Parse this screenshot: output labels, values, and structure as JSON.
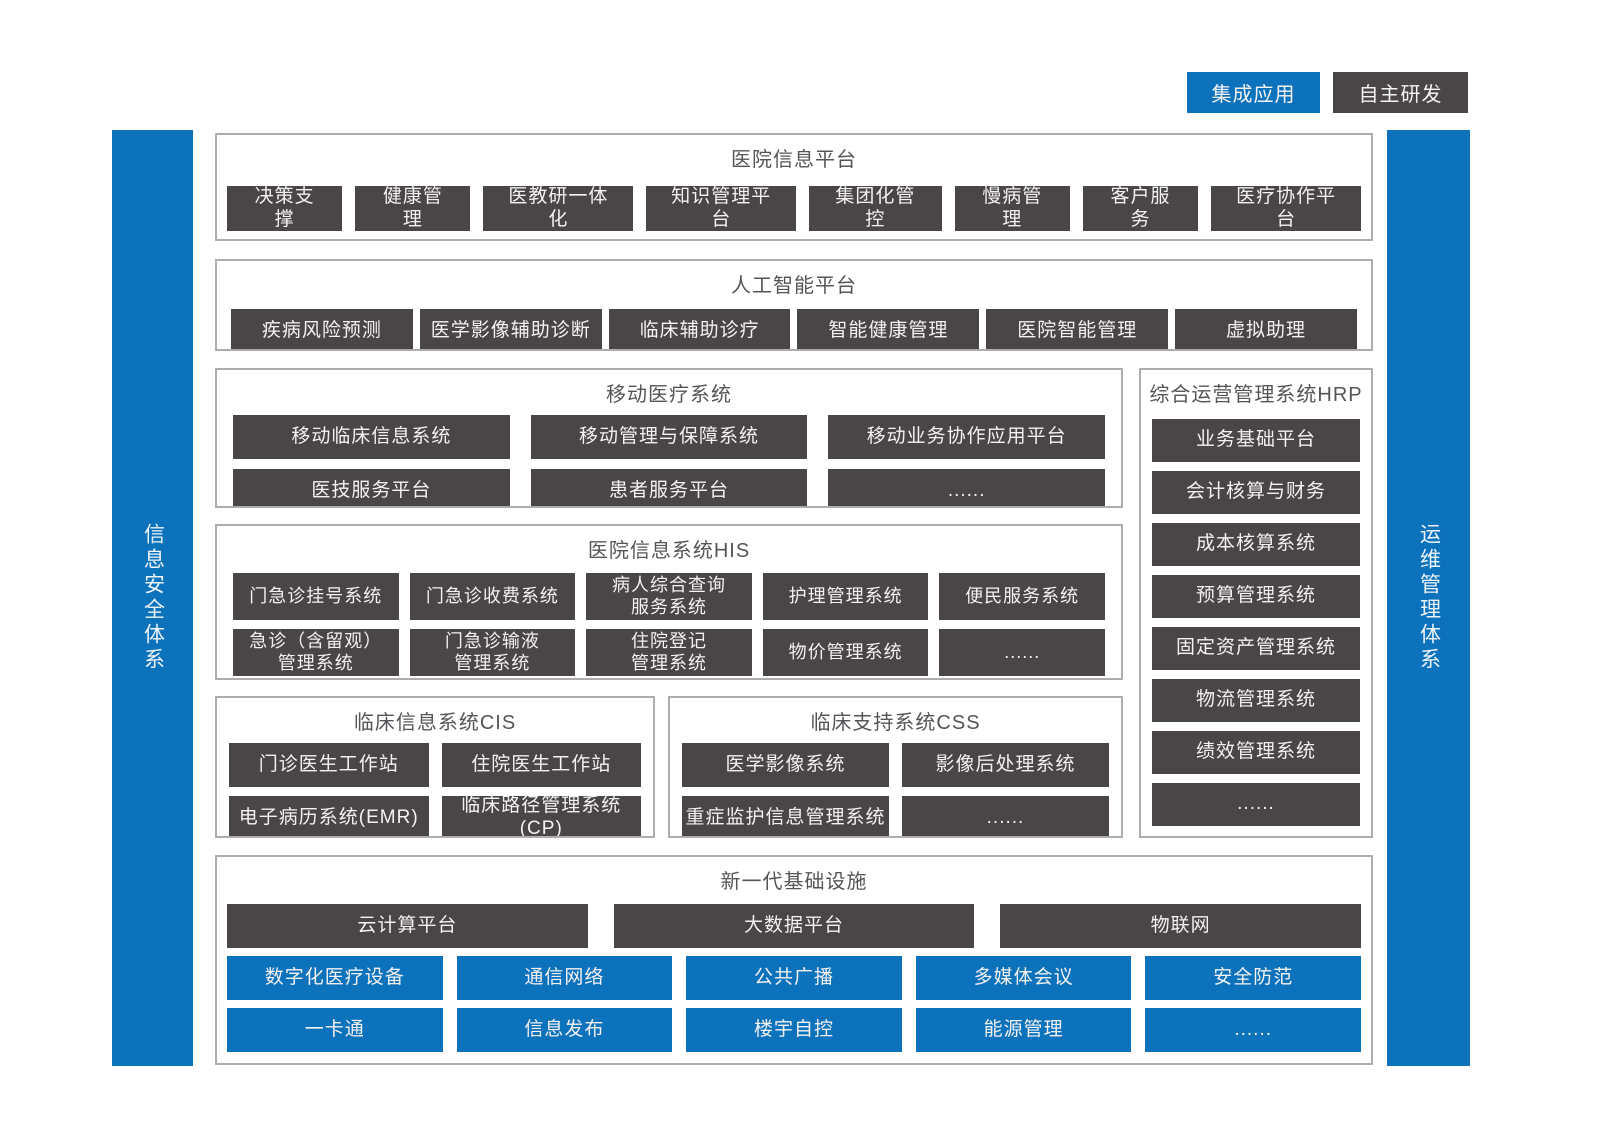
{
  "legend": {
    "integrated": "集成应用",
    "self_developed": "自主研发"
  },
  "sidebars": {
    "left": "信息安全体系",
    "right": "运维管理体系"
  },
  "colors": {
    "integrated_blue": "#0d72bc",
    "self_developed_dark": "#4a4647",
    "section_border": "#aeacad",
    "section_title_text": "#575459"
  },
  "sections": {
    "hip": {
      "title": "医院信息平台",
      "items": [
        "决策支撑",
        "健康管理",
        "医教研一体化",
        "知识管理平台",
        "集团化管控",
        "慢病管理",
        "客户服务",
        "医疗协作平台"
      ]
    },
    "ai": {
      "title": "人工智能平台",
      "items": [
        "疾病风险预测",
        "医学影像辅助诊断",
        "临床辅助诊疗",
        "智能健康管理",
        "医院智能管理",
        "虚拟助理"
      ]
    },
    "mobile": {
      "title": "移动医疗系统",
      "rows": [
        [
          "移动临床信息系统",
          "移动管理与保障系统",
          "移动业务协作应用平台"
        ],
        [
          "医技服务平台",
          "患者服务平台",
          "......"
        ]
      ]
    },
    "hrp": {
      "title": "综合运营管理系统HRP",
      "items": [
        "业务基础平台",
        "会计核算与财务",
        "成本核算系统",
        "预算管理系统",
        "固定资产管理系统",
        "物流管理系统",
        "绩效管理系统",
        "......"
      ]
    },
    "his": {
      "title": "医院信息系统HIS",
      "rows": [
        [
          "门急诊挂号系统",
          "门急诊收费系统",
          "病人综合查询\n服务系统",
          "护理管理系统",
          "便民服务系统"
        ],
        [
          "急诊（含留观）\n管理系统",
          "门急诊输液\n管理系统",
          "住院登记\n管理系统",
          "物价管理系统",
          "......"
        ]
      ]
    },
    "cis": {
      "title": "临床信息系统CIS",
      "rows": [
        [
          "门诊医生工作站",
          "住院医生工作站"
        ],
        [
          "电子病历系统(EMR)",
          "临床路径管理系统(CP)"
        ]
      ]
    },
    "css": {
      "title": "临床支持系统CSS",
      "rows": [
        [
          "医学影像系统",
          "影像后处理系统"
        ],
        [
          "重症监护信息管理系统",
          "......"
        ]
      ]
    },
    "infra": {
      "title": "新一代基础设施",
      "dark_row": [
        "云计算平台",
        "大数据平台",
        "物联网"
      ],
      "blue_rows": [
        [
          "数字化医疗设备",
          "通信网络",
          "公共广播",
          "多媒体会议",
          "安全防范"
        ],
        [
          "一卡通",
          "信息发布",
          "楼宇自控",
          "能源管理",
          "......"
        ]
      ]
    }
  }
}
